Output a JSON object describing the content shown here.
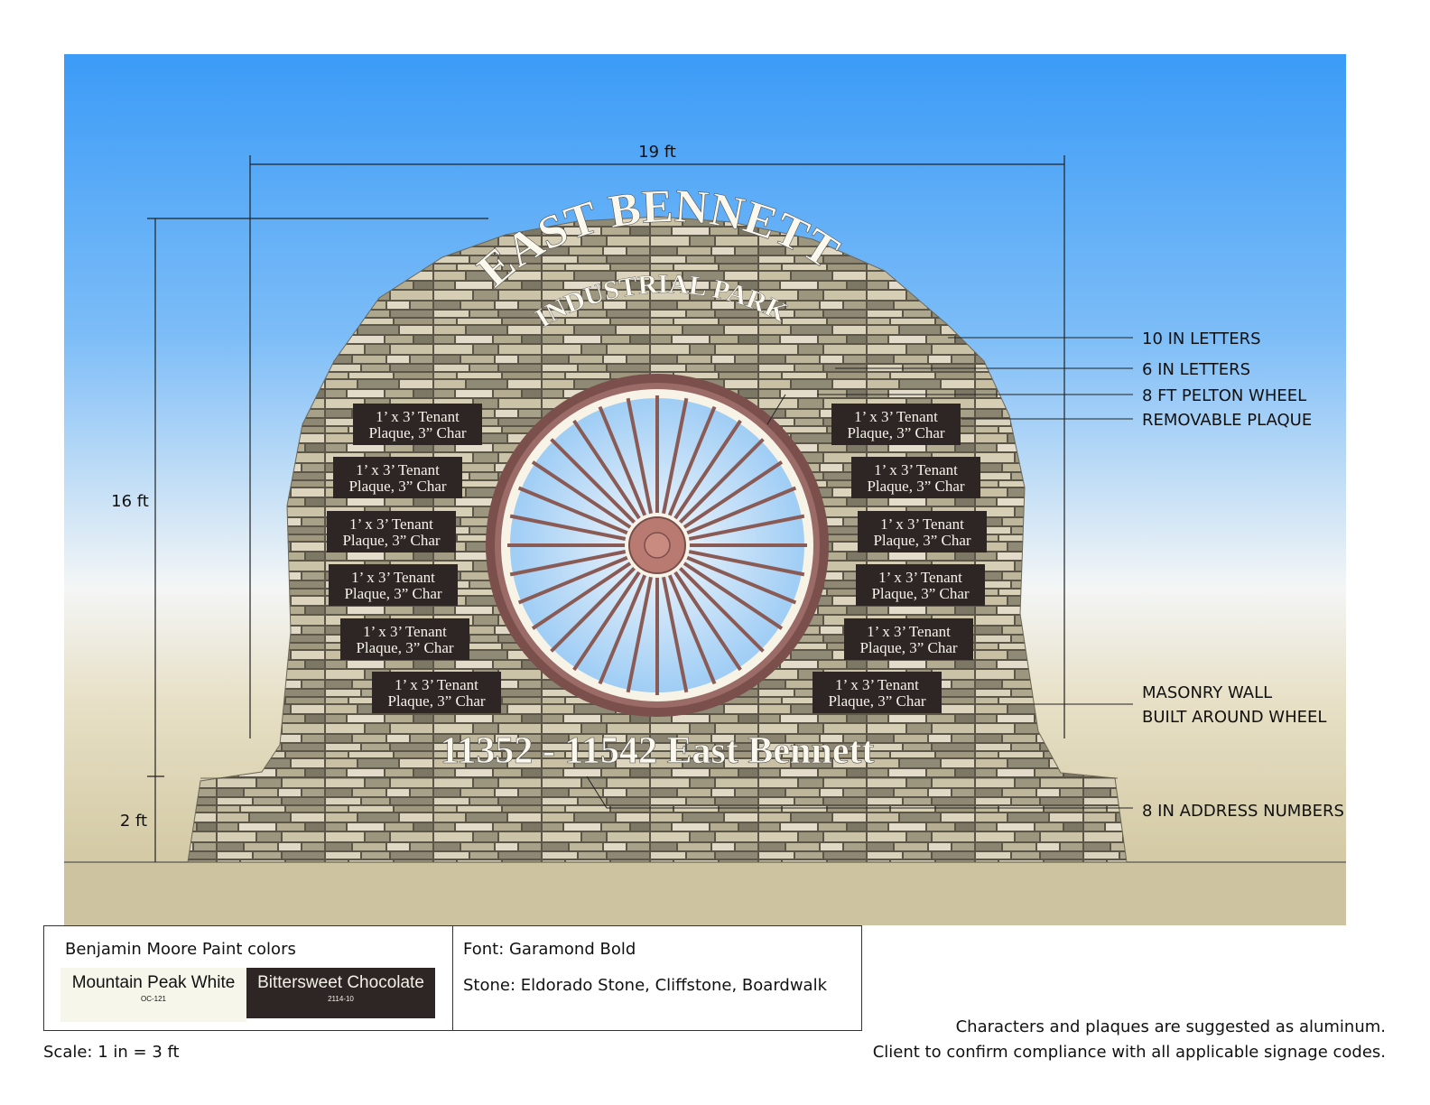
{
  "dimensions": {
    "width_label": "19 ft",
    "height_label": "16 ft",
    "base_label": "2 ft"
  },
  "sign": {
    "title": "EAST BENNETT",
    "subtitle": "INDUSTRIAL PARK",
    "address": "11352 - 11542 East Bennett",
    "plaque_line1": "1’ x 3’ Tenant",
    "plaque_line2": "Plaque, 3” Char",
    "plaque_count_per_side": 6
  },
  "callouts": [
    "10 IN LETTERS",
    "6 IN LETTERS",
    "8 FT PELTON WHEEL",
    "REMOVABLE PLAQUE",
    "MASONRY WALL",
    "BUILT AROUND WHEEL",
    "8 IN ADDRESS NUMBERS"
  ],
  "legend": {
    "paint_heading": "Benjamin Moore Paint colors",
    "colors": [
      {
        "name": "Mountain Peak White",
        "code": "OC-121",
        "hex": "#f6f7ea"
      },
      {
        "name": "Bittersweet Chocolate",
        "code": "2114-10",
        "hex": "#2e2624"
      }
    ],
    "font": "Font: Garamond Bold",
    "stone": "Stone: Eldorado Stone, Cliffstone, Boardwalk"
  },
  "scale": "Scale: 1 in = 3 ft",
  "notes": [
    "Characters and plaques are suggested as aluminum.",
    "Client to confirm compliance with all applicable signage codes."
  ]
}
